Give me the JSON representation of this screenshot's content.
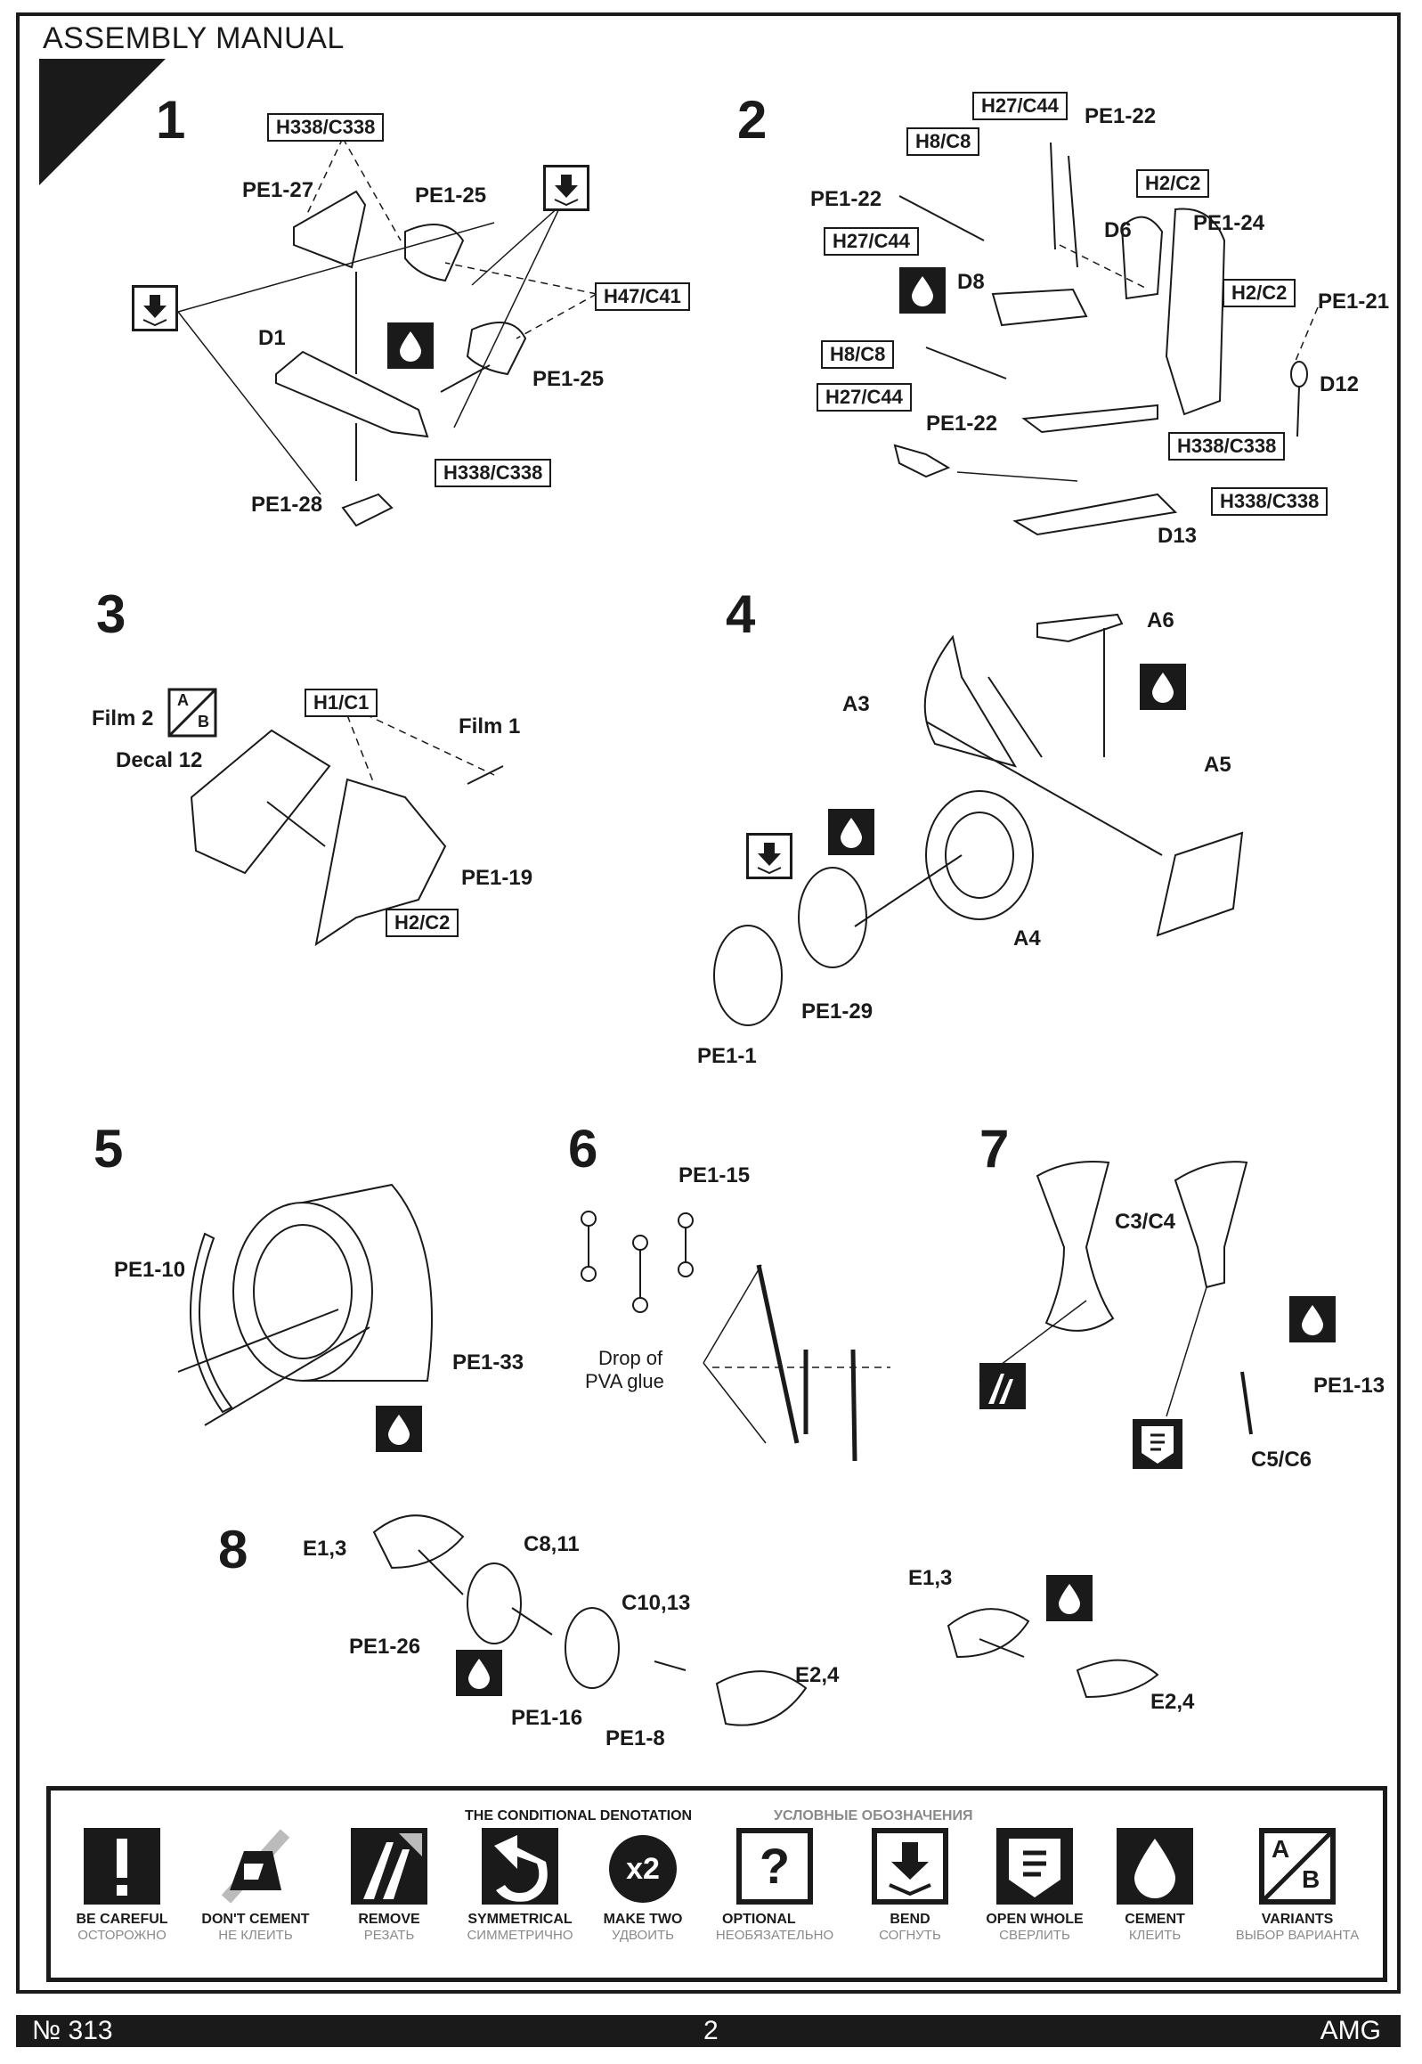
{
  "header": {
    "title": "ASSEMBLY MANUAL"
  },
  "steps": [
    "1",
    "2",
    "3",
    "4",
    "5",
    "6",
    "7",
    "8"
  ],
  "step1": {
    "labels": [
      "PE1-27",
      "PE1-25",
      "D1",
      "PE1-25",
      "PE1-28"
    ],
    "boxes": [
      "H338/C338",
      "H47/C41",
      "H338/C338"
    ]
  },
  "step2": {
    "labels": [
      "PE1-22",
      "PE1-22",
      "D8",
      "D6",
      "PE1-24",
      "PE1-21",
      "D12",
      "PE1-22",
      "D13"
    ],
    "boxes": [
      "H27/C44",
      "H8/C8",
      "H27/C44",
      "H2/C2",
      "H2/C2",
      "H8/C8",
      "H27/C44",
      "H338/C338",
      "H338/C338"
    ]
  },
  "step3": {
    "labels": [
      "Film 2",
      "Decal 12",
      "Film 1",
      "PE1-19"
    ],
    "boxes": [
      "H1/C1",
      "H2/C2"
    ],
    "variant": [
      "A",
      "B"
    ]
  },
  "step4": {
    "labels": [
      "A6",
      "A3",
      "A5",
      "A4",
      "PE1-29",
      "PE1-1"
    ]
  },
  "step5": {
    "labels": [
      "PE1-10",
      "PE1-33"
    ]
  },
  "step6": {
    "labels": [
      "PE1-15",
      "Drop of",
      "PVA glue"
    ]
  },
  "step7": {
    "labels": [
      "C3/C4",
      "PE1-13",
      "C5/C6"
    ]
  },
  "step8": {
    "labels": [
      "E1,3",
      "C8,11",
      "C10,13",
      "PE1-26",
      "E2,4",
      "PE1-16",
      "PE1-8",
      "E1,3",
      "E2,4"
    ]
  },
  "legend": {
    "title_en": "THE CONDITIONAL DENOTATION",
    "title_ru": "УСЛОВНЫЕ ОБОЗНАЧЕНИЯ",
    "items": [
      {
        "icon": "exclamation-icon",
        "en": "BE CAREFUL",
        "ru": "ОСТОРОЖНО"
      },
      {
        "icon": "dont-cement-icon",
        "en": "DON'T CEMENT",
        "ru": "НЕ КЛЕИТЬ"
      },
      {
        "icon": "remove-icon",
        "en": "REMOVE",
        "ru": "РЕЗАТЬ"
      },
      {
        "icon": "symmetrical-icon",
        "en": "SYMMETRICAL",
        "ru": "СИММЕТРИЧНО"
      },
      {
        "icon": "make-two-icon",
        "en": "MAKE TWO",
        "ru": "УДВОИТЬ",
        "mark": "x2"
      },
      {
        "icon": "optional-icon",
        "en": "OPTIONAL",
        "ru": "НЕОБЯЗАТЕЛЬНО",
        "mark": "?"
      },
      {
        "icon": "bend-icon",
        "en": "BEND",
        "ru": "СОГНУТЬ"
      },
      {
        "icon": "open-whole-icon",
        "en": "OPEN WHOLE",
        "ru": "СВЕРЛИТЬ"
      },
      {
        "icon": "cement-icon",
        "en": "CEMENT",
        "ru": "КЛЕИТЬ"
      },
      {
        "icon": "variants-icon",
        "en": "VARIANTS",
        "ru": "ВЫБОР ВАРИАНТА",
        "a": "A",
        "b": "B"
      }
    ]
  },
  "footer": {
    "number": "№ 313",
    "page": "2",
    "brand": "AMG"
  }
}
